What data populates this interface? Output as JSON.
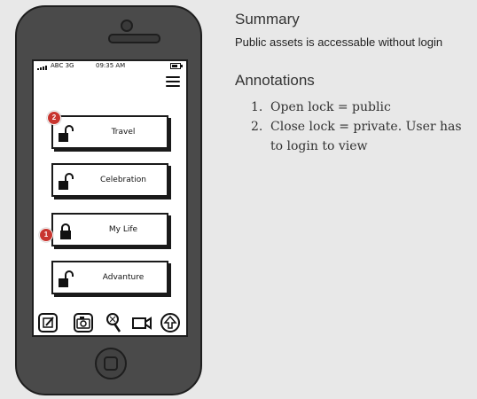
{
  "phone": {
    "status": {
      "carrier": "ABC 3G",
      "time": "09:35 AM"
    },
    "albums": [
      {
        "label": "Travel",
        "lock": "open"
      },
      {
        "label": "Celebration",
        "lock": "open"
      },
      {
        "label": "My Life",
        "lock": "closed"
      },
      {
        "label": "Advanture",
        "lock": "open"
      }
    ],
    "badges": [
      "2",
      "1"
    ],
    "toolbar_icons": [
      "edit-icon",
      "camera-icon",
      "lollipop-icon",
      "video-camera-icon",
      "upload-icon"
    ]
  },
  "panel": {
    "summary_title": "Summary",
    "summary_text": "Public assets is accessable without login",
    "annotations_title": "Annotations",
    "annotations": [
      {
        "num": "1.",
        "text": "Open lock = public"
      },
      {
        "num": "2.",
        "text": "Close lock = private. User has to login to view"
      }
    ]
  },
  "colors": {
    "phone_body": "#4a4a4a",
    "badge": "#c8352f",
    "background": "#e8e8e8"
  }
}
